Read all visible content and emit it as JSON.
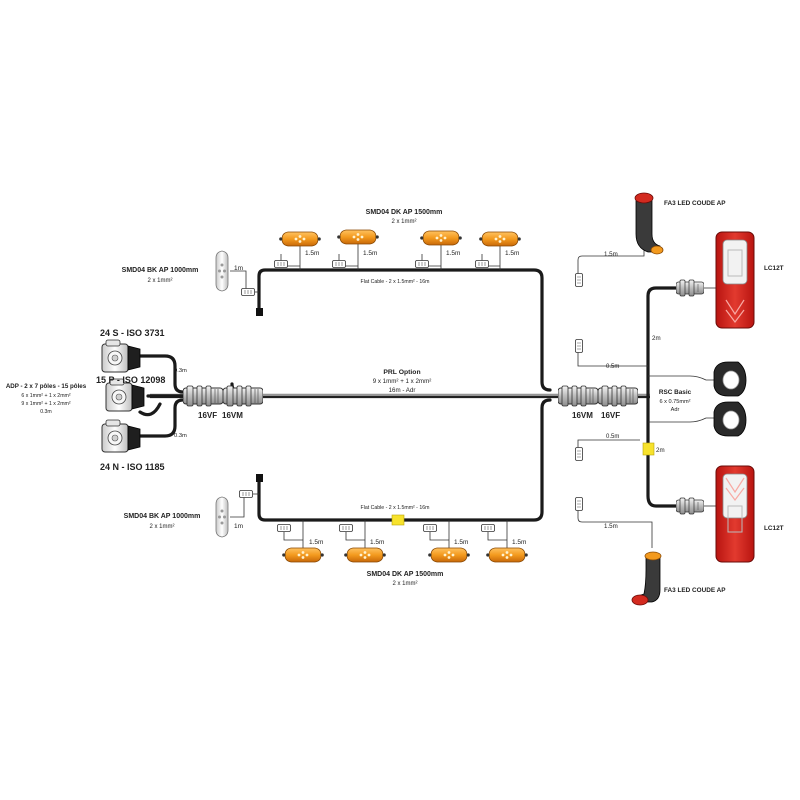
{
  "smd_top_header": {
    "name": "SMD04 DK AP 1500mm",
    "spec": "2 x 1mm²"
  },
  "smd_bottom_header": {
    "name": "SMD04 DK AP 1500mm",
    "spec": "2 x 1mm²"
  },
  "smd_top_lengths": [
    "1.5m",
    "1.5m",
    "1.5m",
    "1.5m"
  ],
  "smd_bottom_lengths": [
    "1.5m",
    "1.5m",
    "1.5m",
    "1.5m"
  ],
  "smd_bk_top": {
    "name": "SMD04 BK AP 1000mm",
    "spec": "2 x 1mm²",
    "length": "1m"
  },
  "smd_bk_bottom": {
    "name": "SMD04 BK AP 1000mm",
    "spec": "2 x 1mm²",
    "length": "1m"
  },
  "flat_cable_top": "Flat Cable - 2 x 1.5mm² - 16m",
  "flat_cable_bottom": "Flat Cable - 2 x 1.5mm² - 16m",
  "iso_labels": {
    "s24": "24 S - ISO 3731",
    "p15": "15 P - ISO 12098",
    "n24": "24 N - ISO 1185"
  },
  "adp": {
    "title": "ADP - 2 x 7 pôles - 15 pôles",
    "line1": "6 x 1mm² + 1 x 2mm²",
    "line2": "9 x 1mm² + 1 x 2mm²",
    "line3": "0.3m"
  },
  "adp_lengths": [
    "0.3m",
    "0.3m"
  ],
  "left_connectors": {
    "female": "16VF",
    "male": "16VM"
  },
  "right_connectors": {
    "male": "16VM",
    "female": "16VF"
  },
  "prl": {
    "title": "PRL Option",
    "spec": "9 x 1mm² + 1 x 2mm²",
    "length": "16m  -  Adr"
  },
  "fa3_top": {
    "name": "FA3 LED COUDE AP",
    "length": "1.5m"
  },
  "fa3_bottom": {
    "name": "FA3 LED COUDE AP",
    "length": "1.5m"
  },
  "lc12t_top": {
    "name": "LC12T",
    "length": "2m"
  },
  "lc12t_bottom": {
    "name": "LC12T",
    "length": "2m"
  },
  "rsc": {
    "name": "RSC Basic",
    "spec": "6 x 0.75mm²",
    "adr": "Adr",
    "length_top": "0.5m",
    "length_bottom": "0.5m"
  },
  "colors": {
    "amber": "#f39a1e",
    "amber_dark": "#d8740a",
    "red": "#d3241f",
    "marker_yellow": "#f7e22c",
    "cable": "#1a1a1a"
  }
}
